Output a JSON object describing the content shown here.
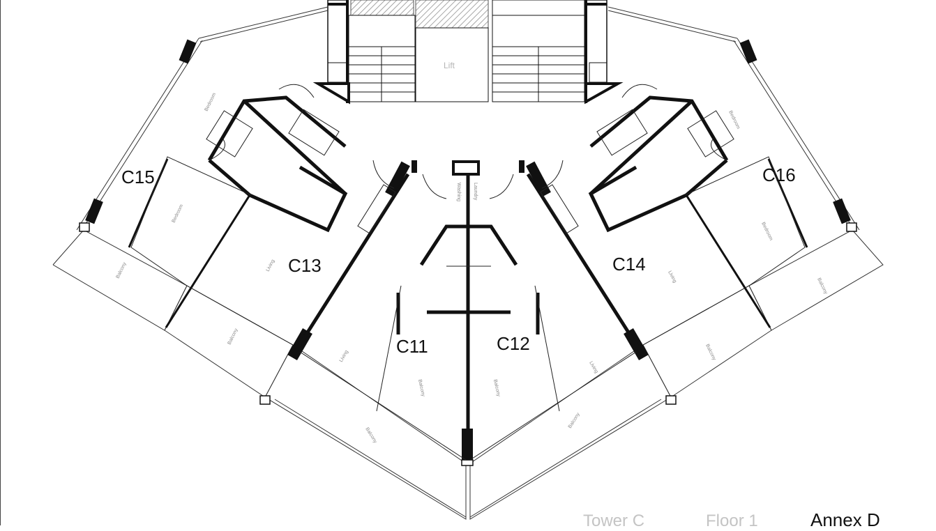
{
  "lift_label": "Lift",
  "units": [
    {
      "id": "C15",
      "label": "C15"
    },
    {
      "id": "C13",
      "label": "C13"
    },
    {
      "id": "C11",
      "label": "C11"
    },
    {
      "id": "C12",
      "label": "C12"
    },
    {
      "id": "C14",
      "label": "C14"
    },
    {
      "id": "C16",
      "label": "C16"
    }
  ],
  "footer": {
    "tower": "Tower C",
    "floor": "Floor 1",
    "annex": "Annex D"
  }
}
